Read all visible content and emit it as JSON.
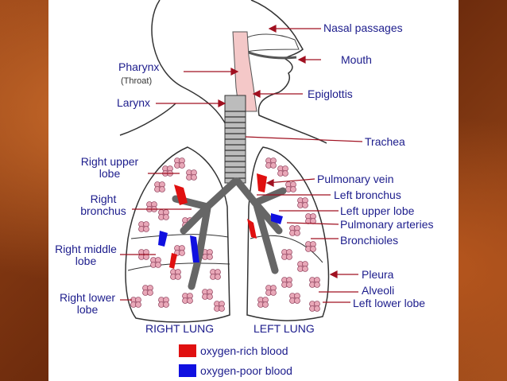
{
  "labels": {
    "nasal_passages": "Nasal passages",
    "mouth": "Mouth",
    "pharynx": "Pharynx",
    "throat": "(Throat)",
    "epiglottis": "Epiglottis",
    "larynx": "Larynx",
    "trachea": "Trachea",
    "right_upper_lobe_1": "Right upper",
    "right_upper_lobe_2": "lobe",
    "pulmonary_vein": "Pulmonary vein",
    "left_bronchus": "Left bronchus",
    "right_bronchus_1": "Right",
    "right_bronchus_2": "bronchus",
    "left_upper_lobe": "Left upper lobe",
    "pulmonary_arteries": "Pulmonary arteries",
    "bronchioles": "Bronchioles",
    "right_middle_lobe_1": "Right middle",
    "right_middle_lobe_2": "lobe",
    "pleura": "Pleura",
    "alveoli": "Alveoli",
    "left_lower_lobe": "Left lower lobe",
    "right_lower_lobe_1": "Right lower",
    "right_lower_lobe_2": "lobe"
  },
  "captions": {
    "right_lung": "RIGHT LUNG",
    "left_lung": "LEFT LUNG"
  },
  "legend": [
    {
      "label": "oxygen-rich blood",
      "color": "#e01010"
    },
    {
      "label": "oxygen-poor blood",
      "color": "#1010e0"
    }
  ],
  "colors": {
    "label_text": "#1c1c8c",
    "leader_line": "#a01020",
    "airway_pink": "#f4c8c8",
    "alveoli_pink": "#e8a8b8"
  }
}
